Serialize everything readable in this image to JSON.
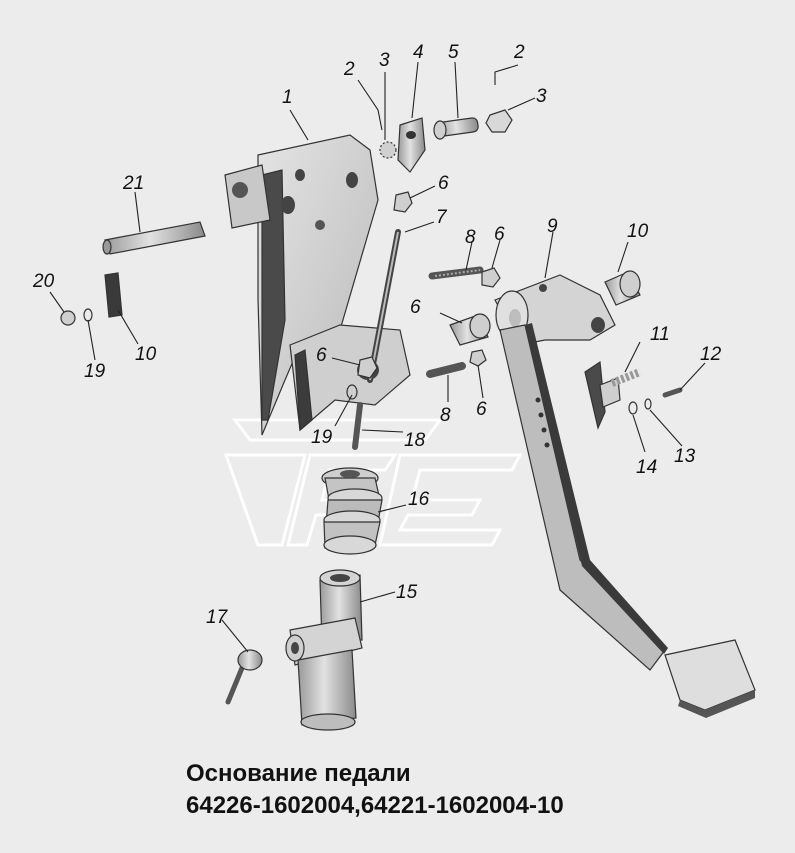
{
  "caption": {
    "line1": "Основание педали",
    "line2": "64226-1602004,64221-1602004-10"
  },
  "callouts": [
    "1",
    "2",
    "3",
    "4",
    "5",
    "2",
    "3",
    "6",
    "7",
    "21",
    "8",
    "6",
    "9",
    "10",
    "6",
    "20",
    "19",
    "10",
    "11",
    "12",
    "6",
    "19",
    "18",
    "8",
    "6",
    "14",
    "13",
    "16",
    "15",
    "17"
  ],
  "colors": {
    "part_fill": "#d6d6d6",
    "part_dark": "#4a4a4a",
    "background": "#ececec",
    "watermark": "#ffffff"
  }
}
